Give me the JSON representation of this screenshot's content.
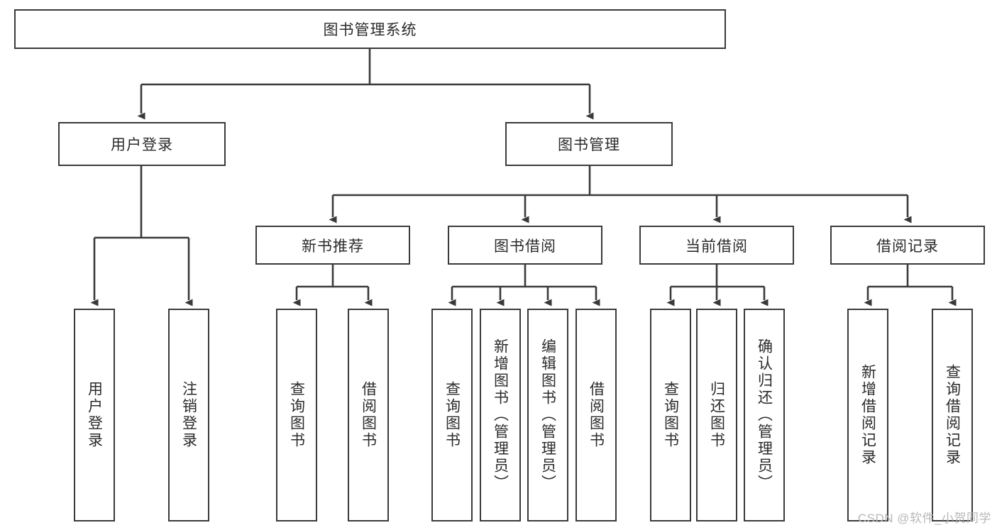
{
  "diagram": {
    "title": "图书管理系统",
    "type": "tree-hierarchy-flowchart",
    "colors": {
      "box_border": "#3a3a3a",
      "box_fill": "#ffffff",
      "connector": "#3a3a3a",
      "text": "#2b2b2b",
      "watermark": "#b8b8b8",
      "background": "#ffffff"
    },
    "root": {
      "label": "图书管理系统"
    },
    "level2": [
      {
        "label": "用户登录"
      },
      {
        "label": "图书管理"
      }
    ],
    "level3": [
      {
        "label": "新书推荐"
      },
      {
        "label": "图书借阅"
      },
      {
        "label": "当前借阅"
      },
      {
        "label": "借阅记录"
      }
    ],
    "leaves": {
      "user_login": [
        {
          "label": "用户登录"
        },
        {
          "label": "注销登录"
        }
      ],
      "new_book_recommend": [
        {
          "label": "查询图书"
        },
        {
          "label": "借阅图书"
        }
      ],
      "book_borrow": [
        {
          "label": "查询图书"
        },
        {
          "label": "新增图书（管理员）"
        },
        {
          "label": "编辑图书（管理员）"
        },
        {
          "label": "借阅图书"
        }
      ],
      "current_borrow": [
        {
          "label": "查询图书"
        },
        {
          "label": "归还图书"
        },
        {
          "label": "确认归还（管理员）"
        }
      ],
      "borrow_records": [
        {
          "label": "新增借阅记录"
        },
        {
          "label": "查询借阅记录"
        }
      ]
    }
  },
  "watermark": {
    "text": "CSDN @软件_小贺同学"
  }
}
